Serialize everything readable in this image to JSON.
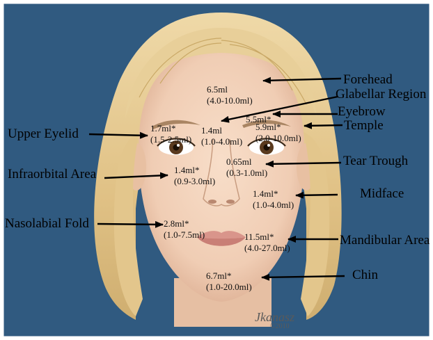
{
  "colors": {
    "background": "#305a80",
    "border": "#ffffff",
    "hair": "#e3c98f",
    "skin": "#f3d3bb",
    "lips": "#d9958b",
    "iris": "#5a3a1e",
    "arrow": "#000000"
  },
  "regions": [
    {
      "id": "forehead",
      "label": "Forehead",
      "mean": "6.5ml",
      "range": "(4.0-10.0ml)"
    },
    {
      "id": "glabellar",
      "label": "Glabellar Region",
      "mean": "1.4ml",
      "range": "(1.0-4.0ml)"
    },
    {
      "id": "eyebrow",
      "label": "Eyebrow",
      "mean": "5.5ml*",
      "range": ""
    },
    {
      "id": "temple",
      "label": "Temple",
      "mean": "5.9ml*",
      "range": "(2.0-10.0ml)"
    },
    {
      "id": "upper-eyelid",
      "label": "Upper Eyelid",
      "mean": "1.7ml*",
      "range": "(1.5-2.5ml)"
    },
    {
      "id": "tear-trough",
      "label": "Tear Trough",
      "mean": "0.65ml",
      "range": "(0.3-1.0ml)"
    },
    {
      "id": "infraorbital",
      "label": "Infraorbital Area",
      "mean": "1.4ml*",
      "range": "(0.9-3.0ml)"
    },
    {
      "id": "midface",
      "label": "Midface",
      "mean": "1.4ml*",
      "range": "(1.0-4.0ml)"
    },
    {
      "id": "nasolabial",
      "label": "Nasolabial Fold",
      "mean": "2.8ml*",
      "range": "(1.0-7.5ml)"
    },
    {
      "id": "mandibular",
      "label": "Mandibular Area",
      "mean": "11.5ml*",
      "range": "(4.0-27.0ml)"
    },
    {
      "id": "chin",
      "label": "Chin",
      "mean": "6.7ml*",
      "range": "(1.0-20.0ml)"
    }
  ],
  "signature": {
    "name": "Jkanasz",
    "year": "©2010"
  }
}
